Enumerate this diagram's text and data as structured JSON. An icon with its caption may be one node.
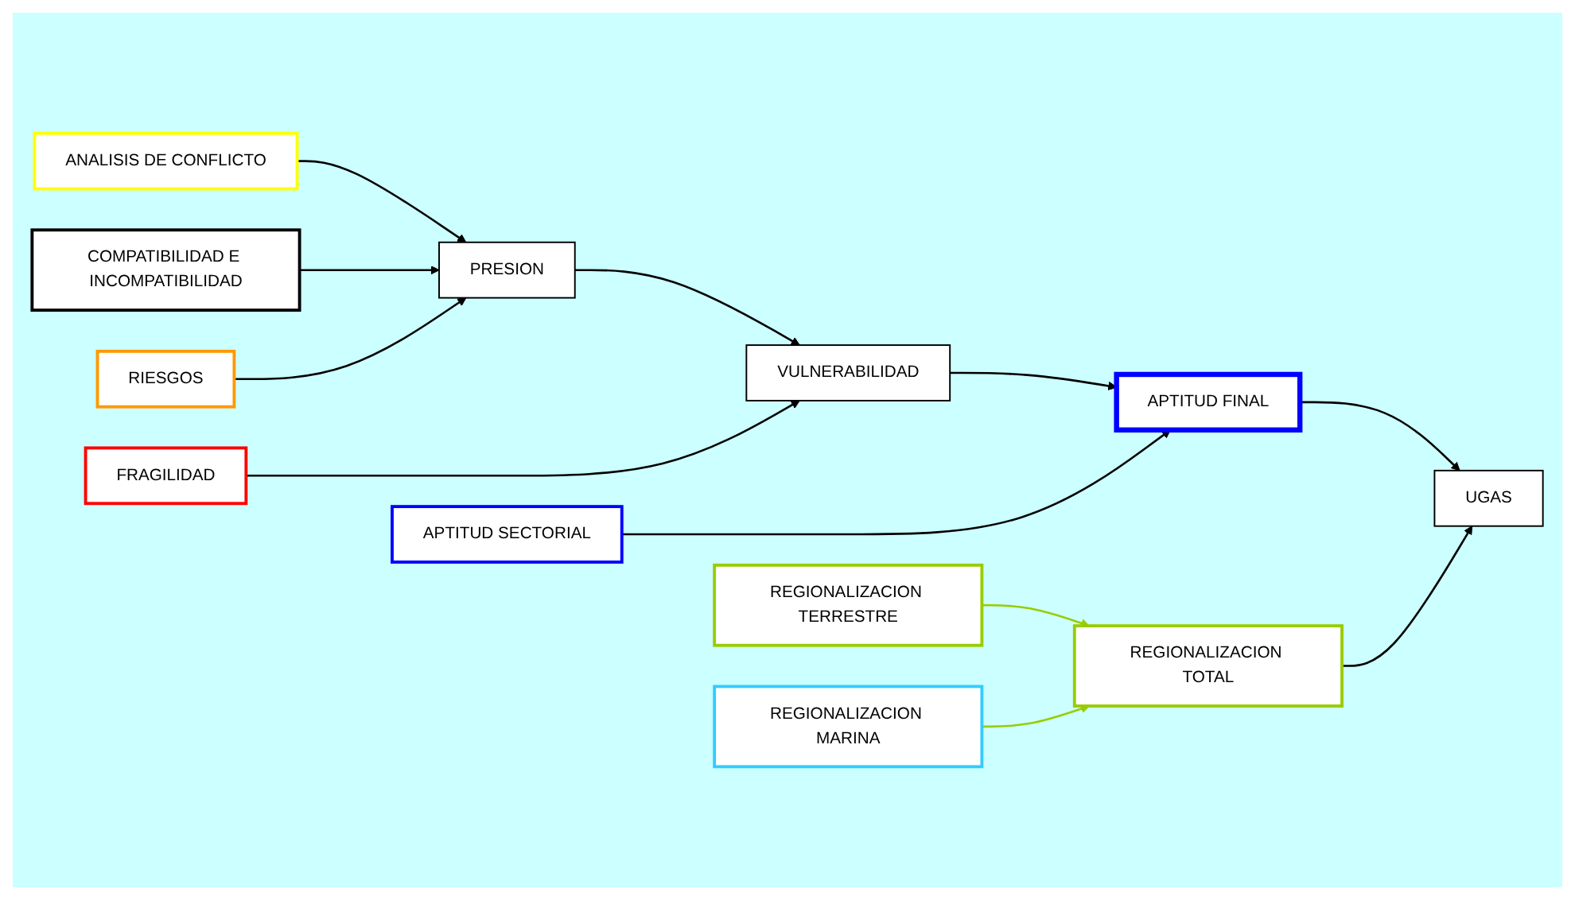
{
  "diagram": {
    "nodes": [
      {
        "text": [
          "APTITUD SECTORIAL"
        ]
      },
      {
        "text": [
          "REGIONALIZACION TERRESTRE"
        ]
      },
      {
        "text": [
          "ANALISIS DE CONFLICTO"
        ]
      },
      {
        "text": [
          "REGIONALIZACION MARINA"
        ]
      },
      {
        "text": [
          "PRESION"
        ]
      },
      {
        "text": [
          "COMPATIBILIDAD E INCOMPATIBILIDAD"
        ]
      },
      {
        "text": [
          "VULNERABILIDAD"
        ]
      },
      {
        "text": [
          "REGIONALIZACION TOTAL"
        ]
      },
      {
        "text": [
          "FRAGILIDAD"
        ]
      },
      {
        "text": [
          "APTITUD FINAL"
        ]
      },
      {
        "text": [
          "RIESGOS"
        ]
      },
      {
        "text": [
          "UGAS"
        ]
      }
    ],
    "edges": [
      {
        "from": 2,
        "to": 4,
        "arrow": "to"
      },
      {
        "from": 5,
        "to": 4,
        "arrow": "to"
      },
      {
        "from": 10,
        "to": 4,
        "arrow": "to"
      },
      {
        "from": 4,
        "to": 6,
        "arrow": "to"
      },
      {
        "from": 8,
        "to": 6,
        "arrow": "to"
      },
      {
        "from": 6,
        "to": 9,
        "arrow": "to"
      },
      {
        "from": 0,
        "to": 9,
        "arrow": "to"
      },
      {
        "from": 1,
        "to": 7,
        "arrow": "to",
        "color": "#99cc00"
      },
      {
        "from": 3,
        "to": 7,
        "arrow": "to",
        "color": "#99cc00"
      },
      {
        "from": 9,
        "to": 11,
        "arrow": "to"
      },
      {
        "from": 7,
        "to": 11,
        "arrow": "to"
      }
    ]
  }
}
